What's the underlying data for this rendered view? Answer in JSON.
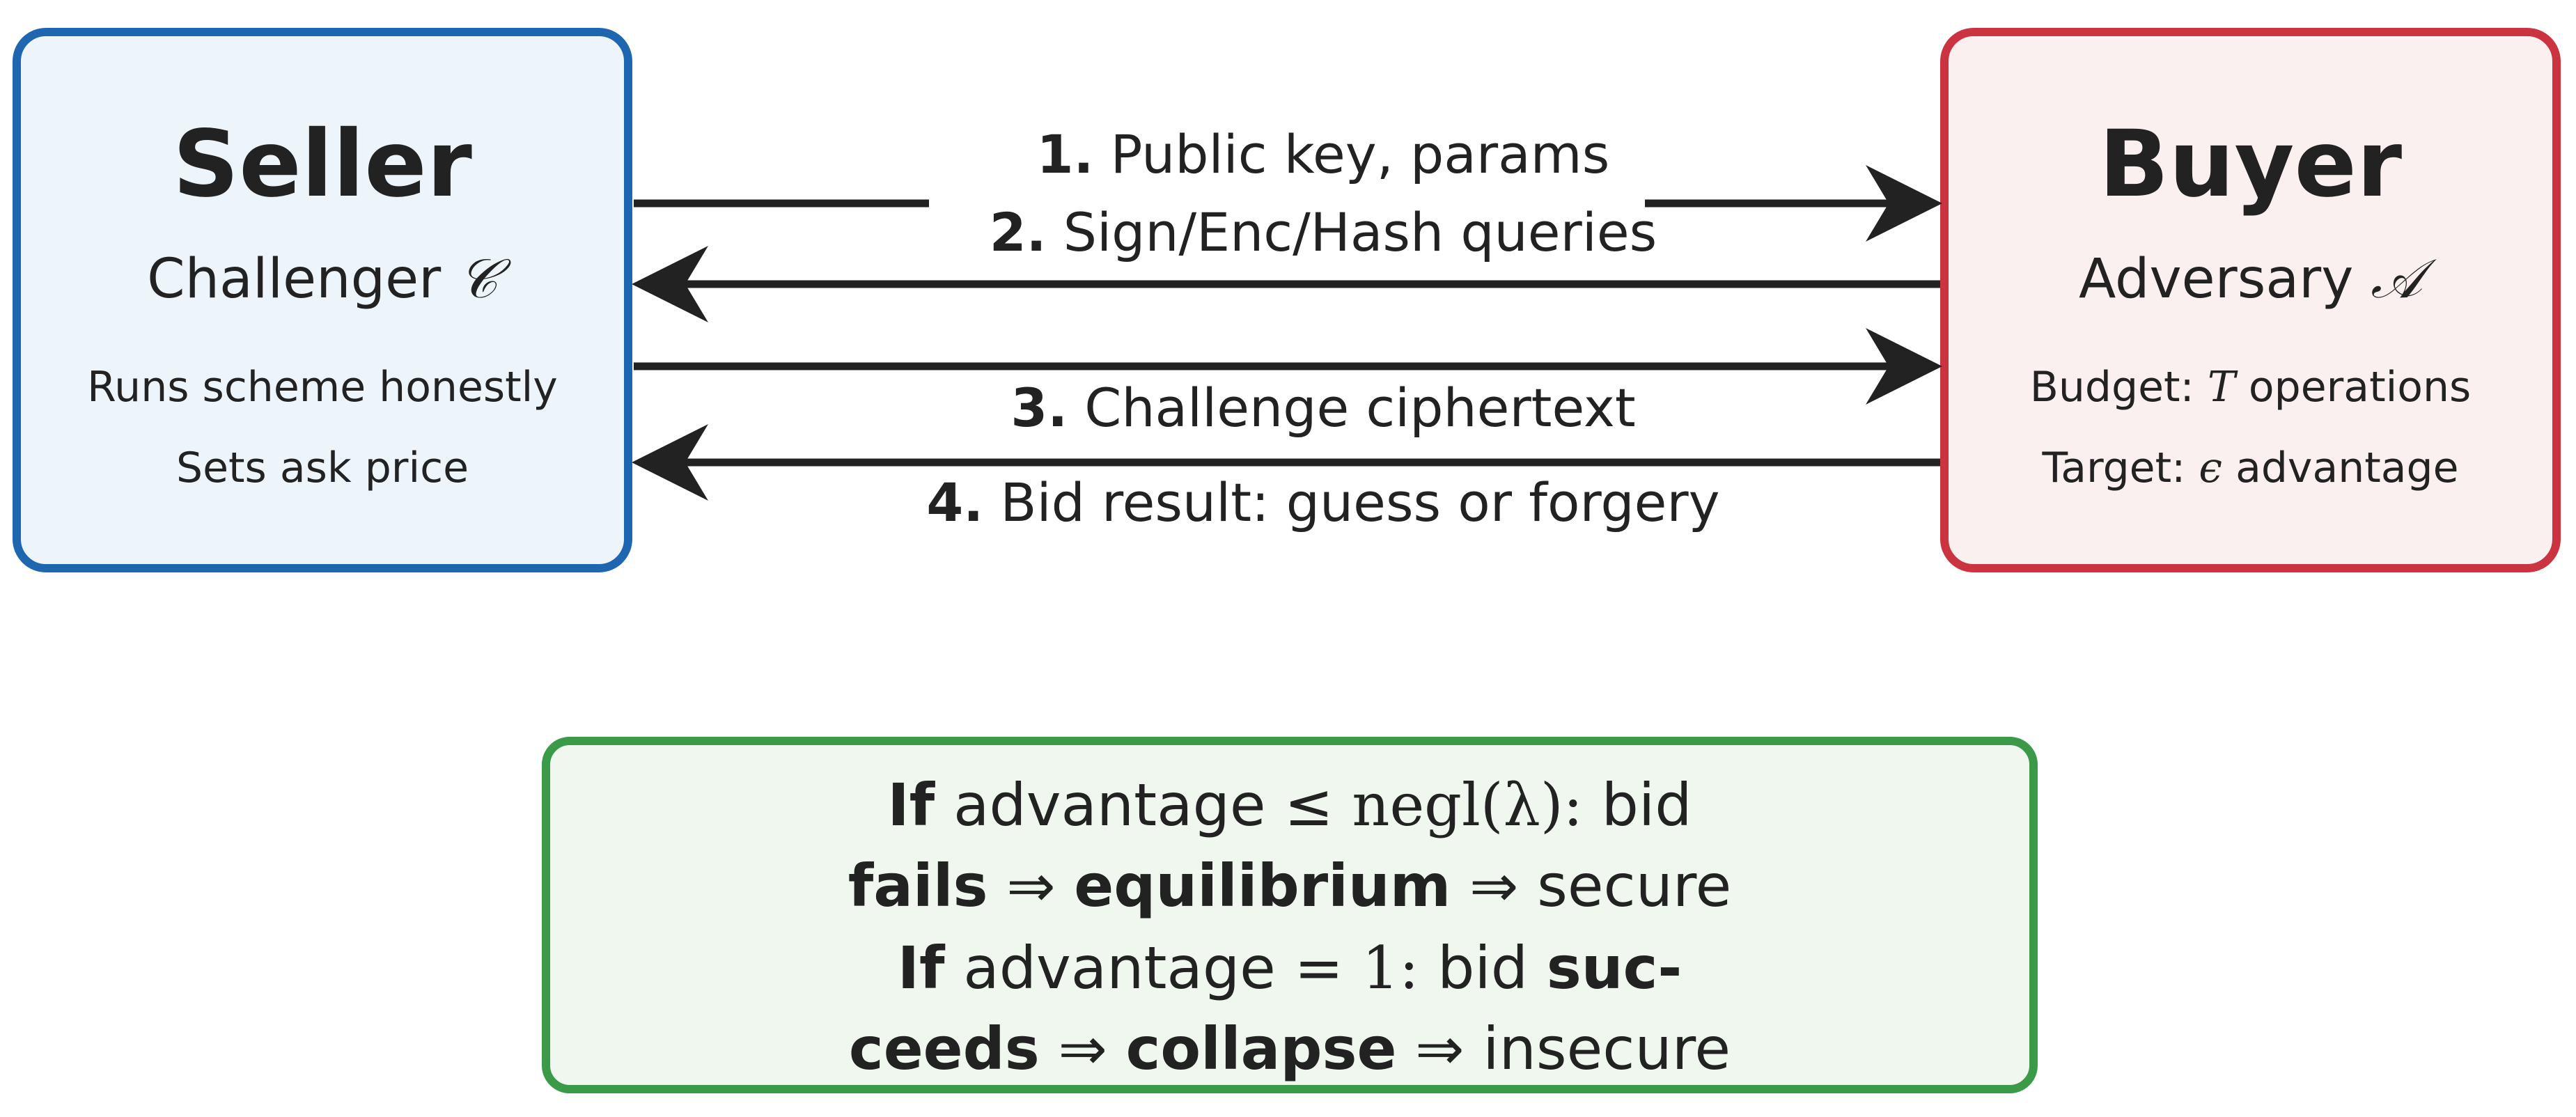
{
  "colors": {
    "seller_border": "#1f66b0",
    "seller_fill": "#edf5fa",
    "buyer_border": "#cc3340",
    "buyer_fill": "#fbf0f0",
    "summary_border": "#3a9a48",
    "summary_fill": "#eff7ef",
    "arrow": "#222222"
  },
  "seller": {
    "title": "Seller",
    "subtitle": "Challenger",
    "subtitle_symbol": "𝒞",
    "line1": "Runs scheme honestly",
    "line2": "Sets ask price"
  },
  "buyer": {
    "title": "Buyer",
    "subtitle": "Adversary",
    "subtitle_symbol": "𝒜",
    "line1_prefix": "Budget:",
    "line1_symbol": "T",
    "line1_suffix": "operations",
    "line2_prefix": "Target:",
    "line2_symbol": "ϵ",
    "line2_suffix": "advantage"
  },
  "messages": [
    {
      "num": "1.",
      "text": "Public key, params",
      "direction": "seller-to-buyer"
    },
    {
      "num": "2.",
      "text": "Sign/Enc/Hash queries",
      "direction": "buyer-to-seller"
    },
    {
      "num": "3.",
      "text": "Challenge ciphertext",
      "direction": "seller-to-buyer"
    },
    {
      "num": "4.",
      "text": "Bid result: guess or forgery",
      "direction": "buyer-to-seller"
    }
  ],
  "summary": {
    "l1_if": "If",
    "l1_text": "advantage ≤",
    "l1_math": "negl(λ):",
    "l1_tail": "bid",
    "l2_fails": "fails",
    "l2_arrow1": "⇒",
    "l2_equilibrium": "equilibrium",
    "l2_arrow2": "⇒",
    "l2_secure": "secure",
    "l3_if": "If",
    "l3_text": "advantage =",
    "l3_math": "1:",
    "l3_tail": "bid",
    "l3_suc": "suc-",
    "l4_ceeds": "ceeds",
    "l4_arrow1": "⇒",
    "l4_collapse": "collapse",
    "l4_arrow2": "⇒",
    "l4_insecure": "insecure"
  }
}
